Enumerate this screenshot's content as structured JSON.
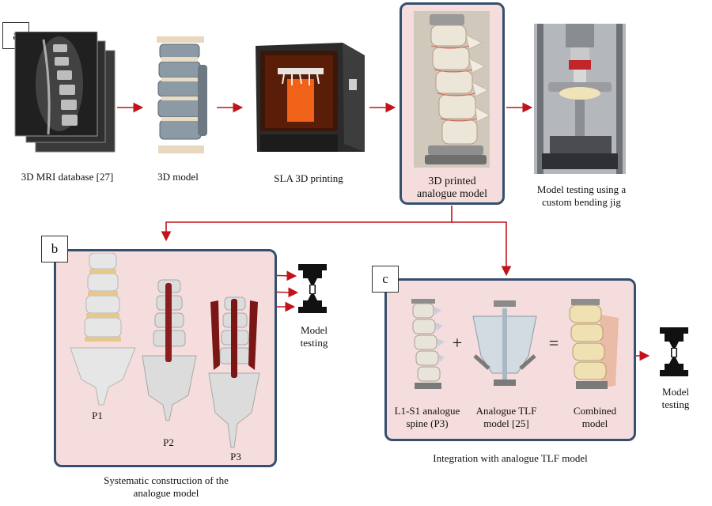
{
  "panels": {
    "a": "a",
    "b": "b",
    "c": "c"
  },
  "top_row": {
    "mri": "3D MRI database [27]",
    "model": "3D model",
    "printing": "SLA 3D printing",
    "printed": [
      "3D printed",
      "analogue model"
    ],
    "testing": [
      "Model testing using a",
      "custom bending jig"
    ]
  },
  "panel_b": {
    "p1": "P1",
    "p2": "P2",
    "p3": "P3",
    "model_testing": [
      "Model",
      "testing"
    ],
    "caption": [
      "Systematic construction of the",
      "analogue model"
    ]
  },
  "panel_c": {
    "spine": [
      "L1-S1 analogue",
      "spine (P3)"
    ],
    "plus": "+",
    "tlf": [
      "Analogue TLF",
      "model [25]"
    ],
    "equals": "=",
    "combined": [
      "Combined",
      "model"
    ],
    "model_testing": [
      "Model",
      "testing"
    ],
    "caption": "Integration with analogue TLF model"
  },
  "colors": {
    "arrow": "#c0141c",
    "frame": "#34506e",
    "pink": "#f6dddd",
    "blue_arrow": "#1f3b8c"
  }
}
